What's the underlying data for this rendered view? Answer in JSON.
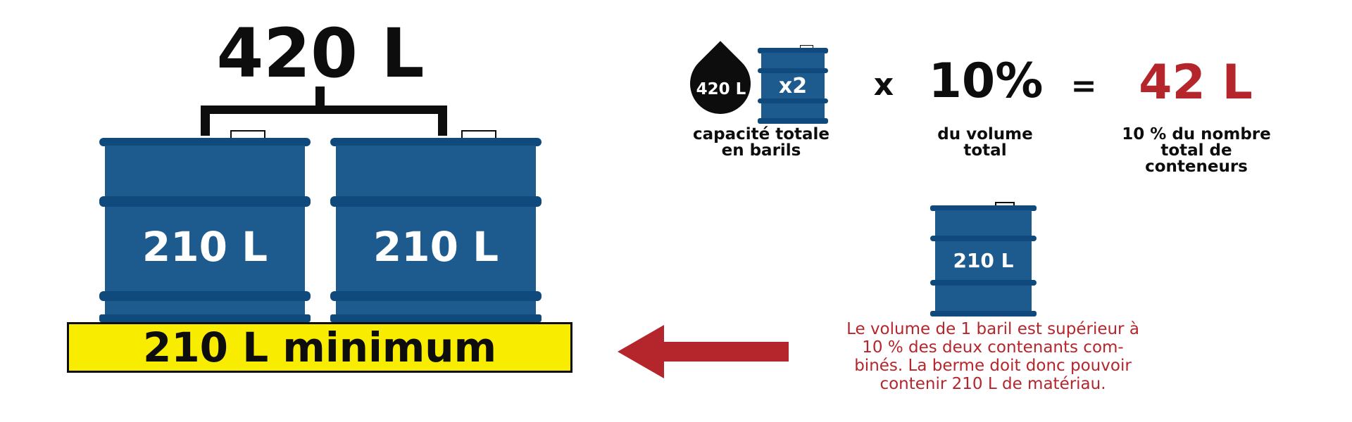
{
  "colors": {
    "barrel_blue": "#1d5b8e",
    "barrel_dark": "#10497b",
    "berm_yellow": "#f8ec00",
    "accent_red": "#b5262c",
    "ink_black": "#0d0d0d"
  },
  "berm_diagram": {
    "total_volume": "420 L",
    "barrel_left_label": "210 L",
    "barrel_right_label": "210 L",
    "berm_capacity": "210 L minimum"
  },
  "formula": {
    "drop_volume": "420 L",
    "barrel_count": "x2",
    "capacity_caption": "capacité totale\nen barils",
    "multiply_sign": "x",
    "percentage": "10%",
    "percentage_caption": "du volume\ntotal",
    "equals_sign": "=",
    "result": "42 L",
    "result_caption": "10 % du nombre\ntotal de conteneurs"
  },
  "conclusion": {
    "barrel_label": "210 L",
    "note": "Le volume de 1 baril est supérieur à\n10 % des deux contenants com-\nbinés. La berme doit donc pouvoir\ncontenir 210 L de matériau."
  }
}
